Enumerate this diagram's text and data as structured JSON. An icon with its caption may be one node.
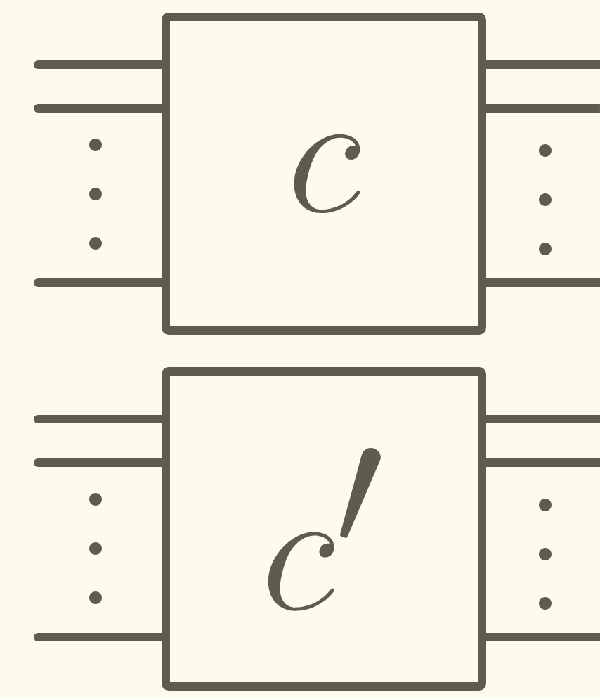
{
  "diagram": {
    "nodes": [
      {
        "text": [
          "c"
        ]
      },
      {
        "text": [
          "c'"
        ]
      }
    ],
    "edges": [
      {
        "from": null,
        "to": 0,
        "arrow": "none"
      },
      {
        "from": null,
        "to": 0,
        "arrow": "none"
      },
      {
        "from": null,
        "to": 0,
        "arrow": "none"
      },
      {
        "from": 0,
        "to": null,
        "arrow": "none"
      },
      {
        "from": 0,
        "to": null,
        "arrow": "none"
      },
      {
        "from": 0,
        "to": null,
        "arrow": "none"
      },
      {
        "from": null,
        "to": 1,
        "arrow": "none"
      },
      {
        "from": null,
        "to": 1,
        "arrow": "none"
      },
      {
        "from": null,
        "to": 1,
        "arrow": "none"
      },
      {
        "from": 1,
        "to": null,
        "arrow": "none"
      },
      {
        "from": 1,
        "to": null,
        "arrow": "none"
      },
      {
        "from": 1,
        "to": null,
        "arrow": "none"
      }
    ]
  }
}
